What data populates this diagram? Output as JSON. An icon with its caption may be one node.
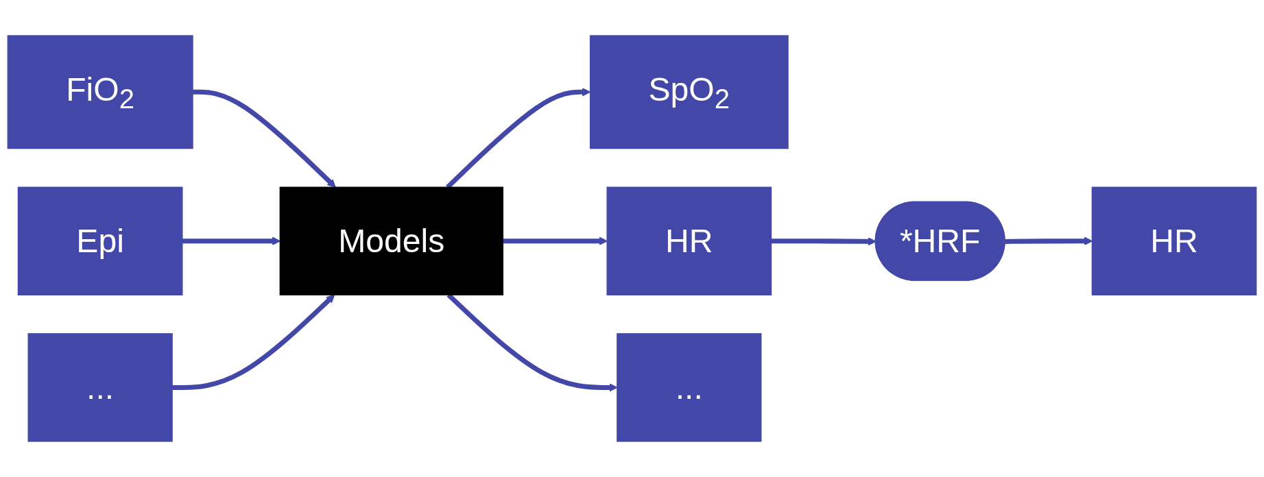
{
  "diagram": {
    "nodes": [
      {
        "text": [
          "FiO$_{2}$"
        ]
      },
      {
        "text": [
          "Epi"
        ]
      },
      {
        "text": [
          "..."
        ]
      },
      {
        "text": [
          "Models"
        ]
      },
      {
        "text": [
          "SpO$_{2}$"
        ]
      },
      {
        "text": [
          "HR"
        ]
      },
      {
        "text": [
          "*HRF"
        ]
      },
      {
        "text": [
          "HR"
        ]
      },
      {
        "text": [
          "..."
        ]
      }
    ],
    "edges": [
      {
        "from": 0,
        "to": 3,
        "arrow": "to"
      },
      {
        "from": 1,
        "to": 3,
        "arrow": "to"
      },
      {
        "from": 2,
        "to": 3,
        "arrow": "to"
      },
      {
        "from": 3,
        "to": 4,
        "arrow": "to"
      },
      {
        "from": 3,
        "to": 5,
        "arrow": "to"
      },
      {
        "from": 5,
        "to": 6,
        "arrow": "to"
      },
      {
        "from": 6,
        "to": 7,
        "arrow": "to"
      },
      {
        "from": 3,
        "to": 8,
        "arrow": "to"
      }
    ]
  }
}
